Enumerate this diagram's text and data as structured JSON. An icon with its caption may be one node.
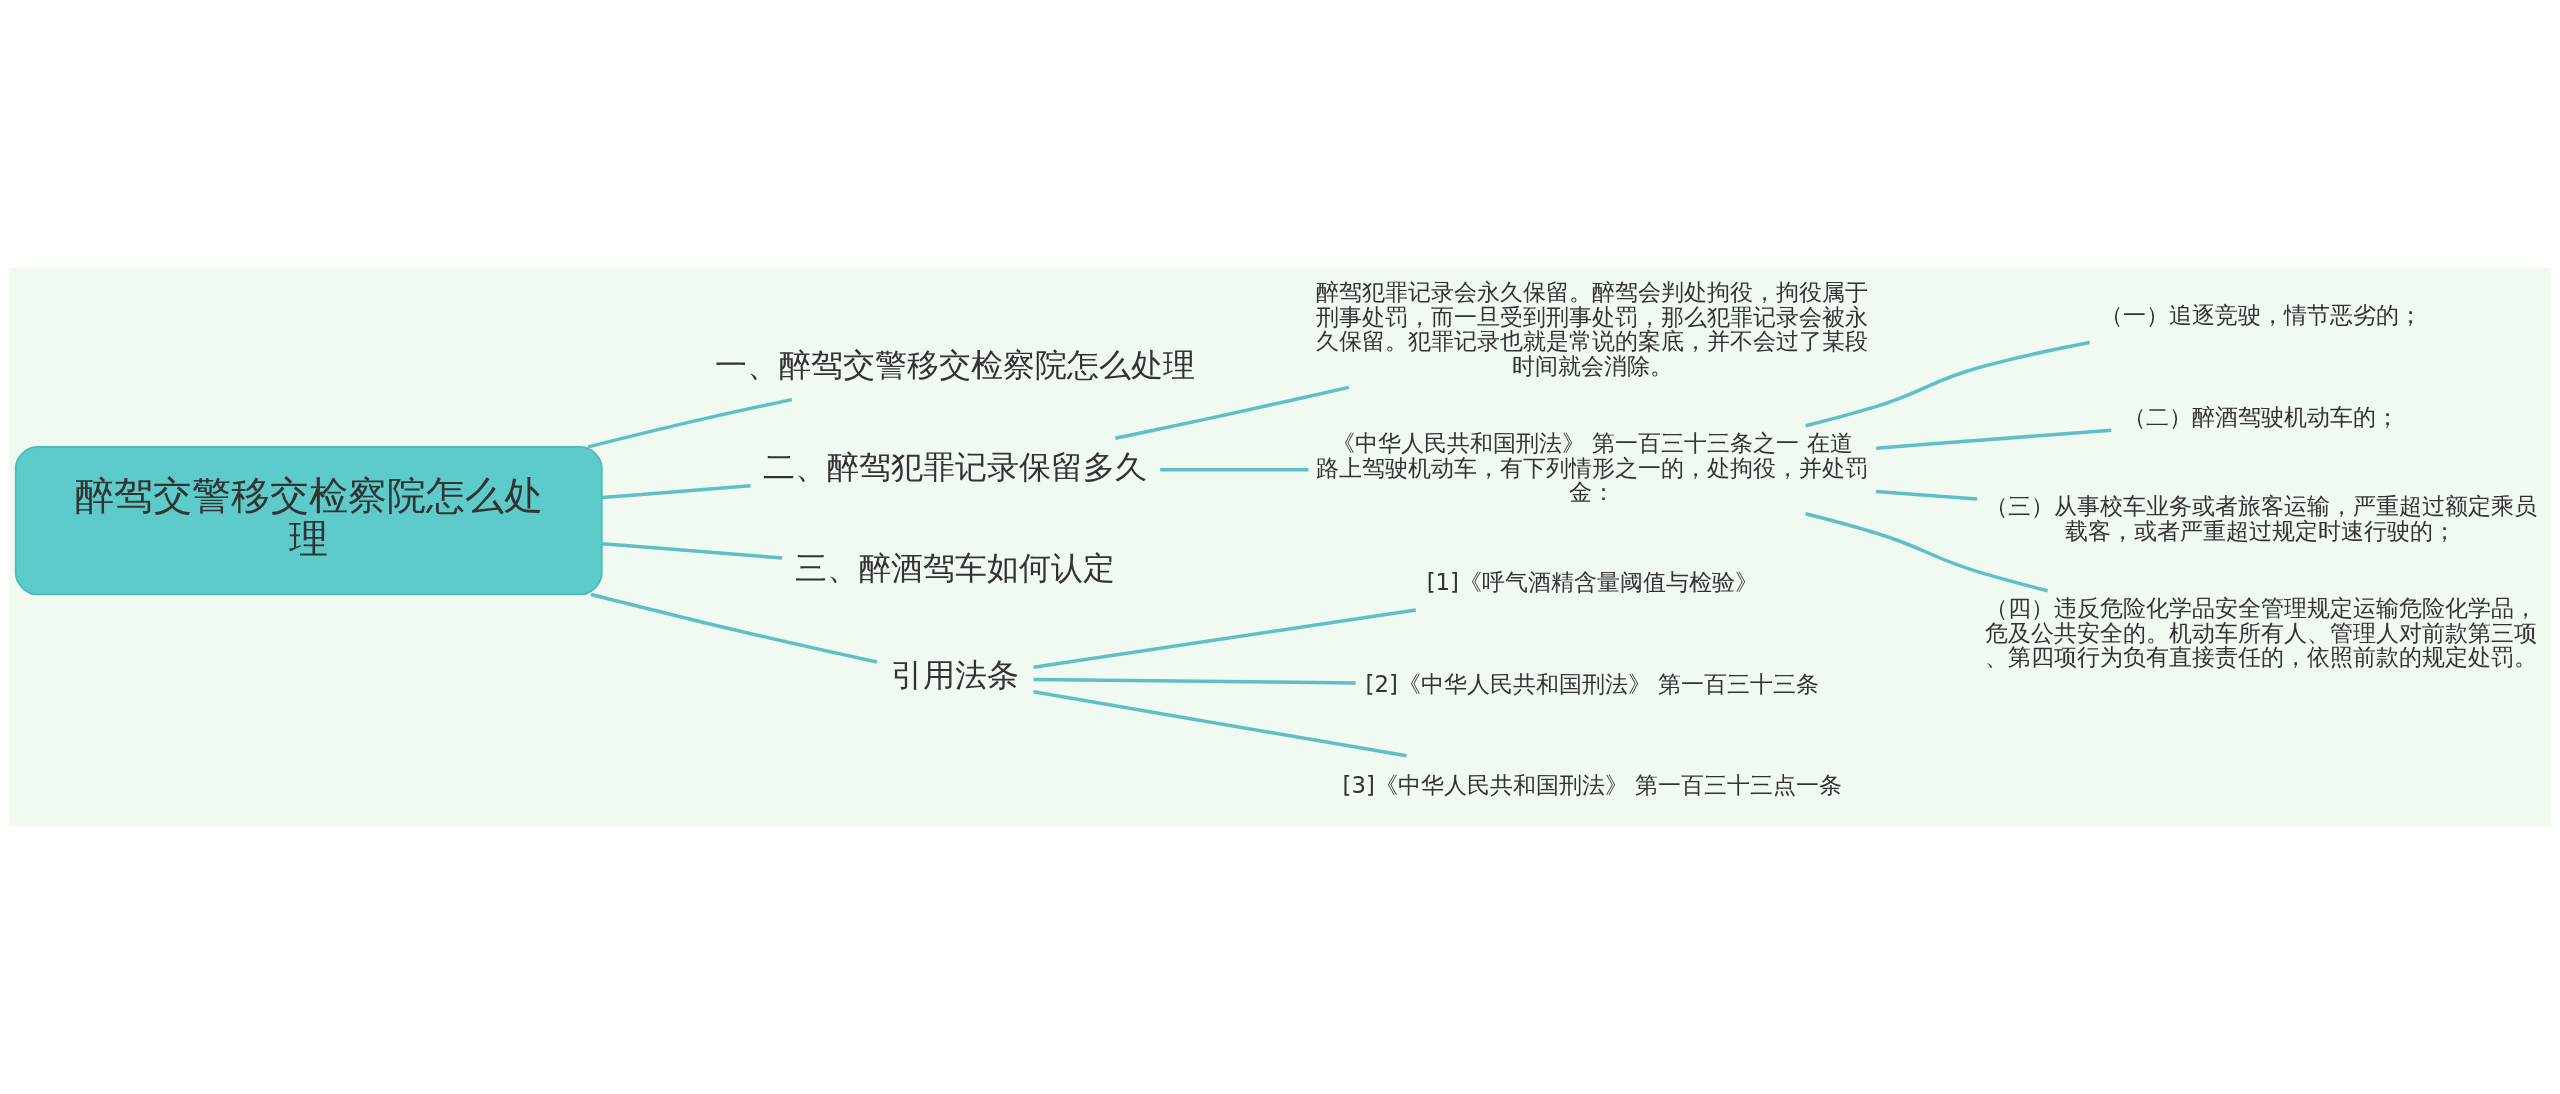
{
  "diagram": {
    "nodes": [
      {
        "text": [
          "醉驾交警移交检察院怎么处理"
        ]
      },
      {
        "text": [
          "一、醉驾交警移交检察院怎么处理"
        ]
      },
      {
        "text": [
          "二、醉驾犯罪记录保留多久"
        ]
      },
      {
        "text": [
          "三、醉酒驾车如何认定"
        ]
      },
      {
        "text": [
          "引用法条"
        ]
      },
      {
        "text": [
          "醉驾犯罪记录会永久保留。醉驾会判处拘役，拘役属于刑事处罚，而一旦受到刑事处罚，那么犯罪记录会被永久保留。犯罪记录也就是常说的案底，并不会过了某段时间就会消除。"
        ]
      },
      {
        "text": [
          "《中华人民共和国刑法》 第一百三十三条之一 在道路上驾驶机动车，有下列情形之一的，处拘役，并处罚金："
        ]
      },
      {
        "text": [
          "（一）追逐竞驶，情节恶劣的；"
        ]
      },
      {
        "text": [
          "（二）醉酒驾驶机动车的；"
        ]
      },
      {
        "text": [
          "（三）从事校车业务或者旅客运输，严重超过额定乘员载客，或者严重超过规定时速行驶的；"
        ]
      },
      {
        "text": [
          "（四）违反危险化学品安全管理规定运输危险化学品，危及公共安全的。机动车所有人、管理人对前款第三项、第四项行为负有直接责任的，依照前款的规定处罚。"
        ]
      },
      {
        "text": [
          "[1]《呼气酒精含量阈值与检验》"
        ]
      },
      {
        "text": [
          "[2]《中华人民共和国刑法》 第一百三十三条"
        ]
      },
      {
        "text": [
          "[3]《中华人民共和国刑法》 第一百三十三点一条"
        ]
      }
    ],
    "edges": [
      {
        "from": 0,
        "to": 1,
        "arrow": "none"
      },
      {
        "from": 0,
        "to": 2,
        "arrow": "none"
      },
      {
        "from": 0,
        "to": 3,
        "arrow": "none"
      },
      {
        "from": 0,
        "to": 4,
        "arrow": "none"
      },
      {
        "from": 2,
        "to": 5,
        "arrow": "none"
      },
      {
        "from": 2,
        "to": 6,
        "arrow": "none"
      },
      {
        "from": 6,
        "to": 7,
        "arrow": "none"
      },
      {
        "from": 6,
        "to": 8,
        "arrow": "none"
      },
      {
        "from": 6,
        "to": 9,
        "arrow": "none"
      },
      {
        "from": 6,
        "to": 10,
        "arrow": "none"
      },
      {
        "from": 4,
        "to": 11,
        "arrow": "none"
      },
      {
        "from": 4,
        "to": 12,
        "arrow": "none"
      },
      {
        "from": 4,
        "to": 13,
        "arrow": "none"
      }
    ]
  }
}
